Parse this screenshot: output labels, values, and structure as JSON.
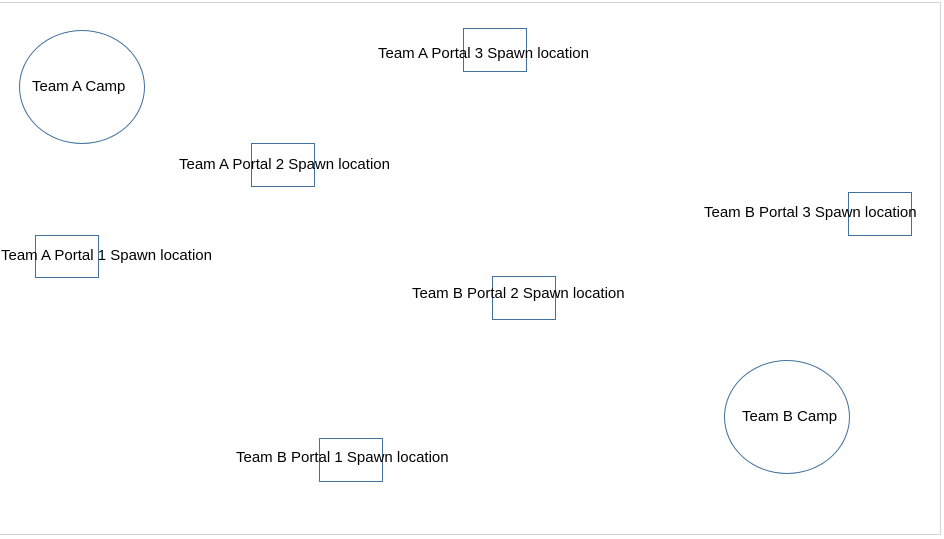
{
  "camps": {
    "team_a": {
      "label": "Team A Camp"
    },
    "team_b": {
      "label": "Team B Camp"
    }
  },
  "portals": {
    "team_a_portal_1": {
      "label": "Team A Portal 1 Spawn location"
    },
    "team_a_portal_2": {
      "label": "Team A Portal 2 Spawn location"
    },
    "team_a_portal_3": {
      "label": "Team A Portal 3 Spawn location"
    },
    "team_b_portal_1": {
      "label": "Team B Portal 1 Spawn location"
    },
    "team_b_portal_2": {
      "label": "Team B Portal 2 Spawn location"
    },
    "team_b_portal_3": {
      "label": "Team B Portal 3 Spawn location"
    }
  },
  "colors": {
    "shape_outline": "#41719c",
    "text": "#000000",
    "background": "#ffffff"
  }
}
